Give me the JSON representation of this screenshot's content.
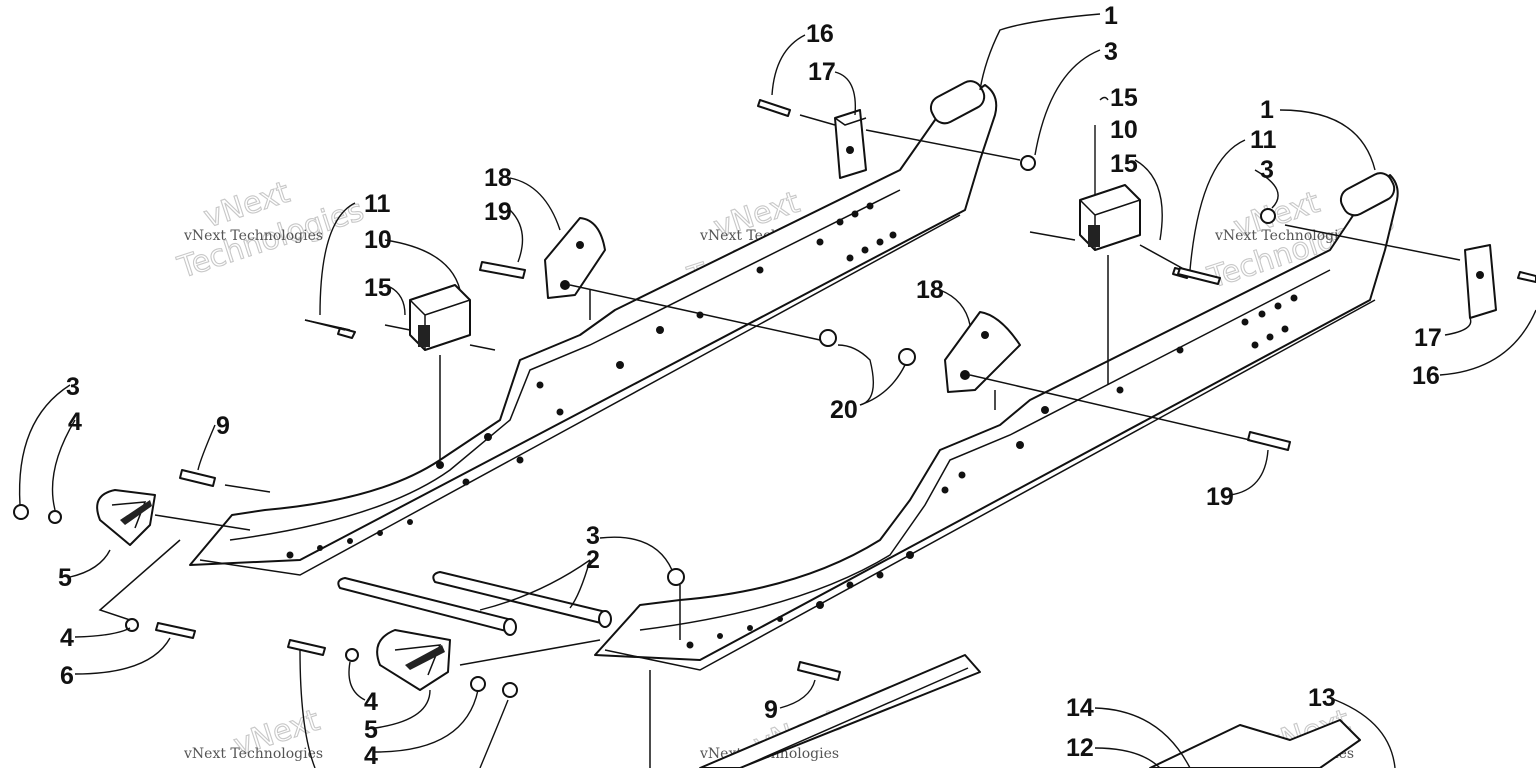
{
  "diagram": {
    "callouts": {
      "c1_top": "1",
      "c1_right": "1",
      "c2": "2",
      "c3_top": "3",
      "c3_right": "3",
      "c3_left": "3",
      "c3_mid": "3",
      "c4_a": "4",
      "c4_b": "4",
      "c4_c": "4",
      "c4_d": "4",
      "c5_a": "5",
      "c5_b": "5",
      "c6": "6",
      "c9_a": "9",
      "c9_b": "9",
      "c10_a": "10",
      "c10_b": "10",
      "c11_a": "11",
      "c11_b": "11",
      "c12": "12",
      "c13": "13",
      "c14": "14",
      "c15_a": "15",
      "c15_b": "15",
      "c15_c": "15",
      "c16_a": "16",
      "c16_b": "16",
      "c17_a": "17",
      "c17_b": "17",
      "c18_a": "18",
      "c18_b": "18",
      "c19_a": "19",
      "c19_b": "19",
      "c20": "20"
    },
    "watermark": {
      "small": "vNext Technologies",
      "big_line1": "vNext",
      "big_line2": "Technologies"
    }
  }
}
